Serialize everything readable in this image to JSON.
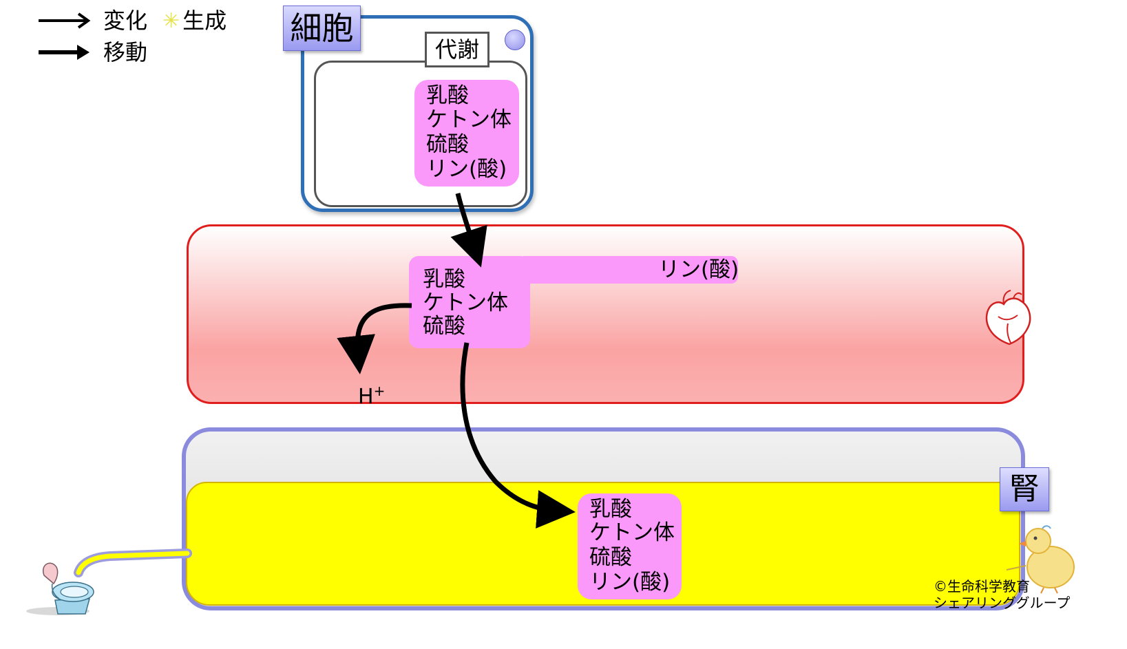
{
  "legend": {
    "change_label": "変化",
    "generate_label": "生成",
    "move_label": "移動"
  },
  "cell": {
    "title": "細胞",
    "metabolism_label": "代謝",
    "products": [
      "乳酸",
      "ケトン体",
      "硫酸",
      "リン(酸)"
    ]
  },
  "blood": {
    "products": [
      "乳酸",
      "ケトン体",
      "硫酸"
    ],
    "phosphate_label": "リン(酸)",
    "proton_label": "H",
    "proton_charge": "+"
  },
  "kidney": {
    "title": "腎",
    "products": [
      "乳酸",
      "ケトン体",
      "硫酸",
      "リン(酸)"
    ]
  },
  "copyright": {
    "line1": "©生命科学教育",
    "line2": "シェアリンググループ"
  },
  "colors": {
    "pink_box": "#fa99fa",
    "cell_border": "#2f6fb5",
    "blood_border": "#e01e1e",
    "kidney_border": "#8b8bde",
    "urine": "#ffff00",
    "label_box": "#9a9af0"
  },
  "icons": [
    "change-arrow-icon",
    "sparkle-icon",
    "move-arrow-icon",
    "heart-icon",
    "toilet-icon",
    "chick-icon"
  ]
}
